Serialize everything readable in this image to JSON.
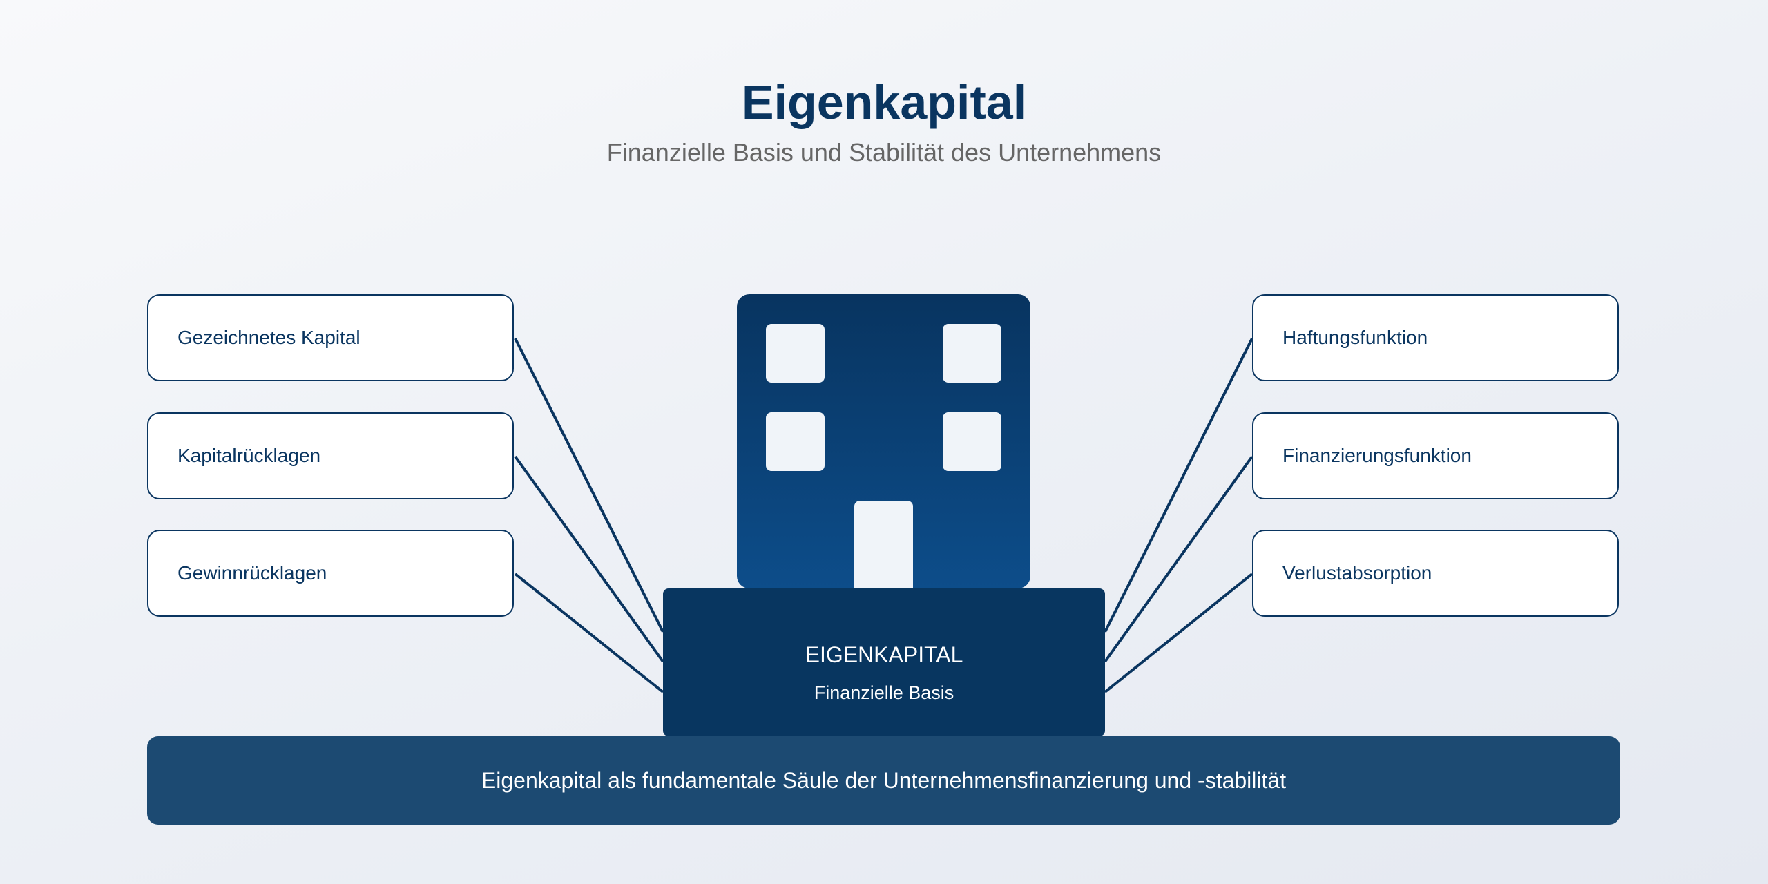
{
  "header": {
    "title": "Eigenkapital",
    "subtitle": "Finanzielle Basis und Stabilität des Unternehmens"
  },
  "left_items": [
    "Gezeichnetes Kapital",
    "Kapitalrücklagen",
    "Gewinnrücklagen"
  ],
  "right_items": [
    "Haftungsfunktion",
    "Finanzierungsfunktion",
    "Verlustabsorption"
  ],
  "center": {
    "label": "EIGENKAPITAL",
    "sublabel": "Finanzielle Basis"
  },
  "footer": {
    "text": "Eigenkapital als fundamentale Säule der Unternehmensfinanzierung und -stabilität"
  },
  "colors": {
    "primary": "#0a3560",
    "footer": "#1c4a72",
    "subtitle": "#666666"
  }
}
